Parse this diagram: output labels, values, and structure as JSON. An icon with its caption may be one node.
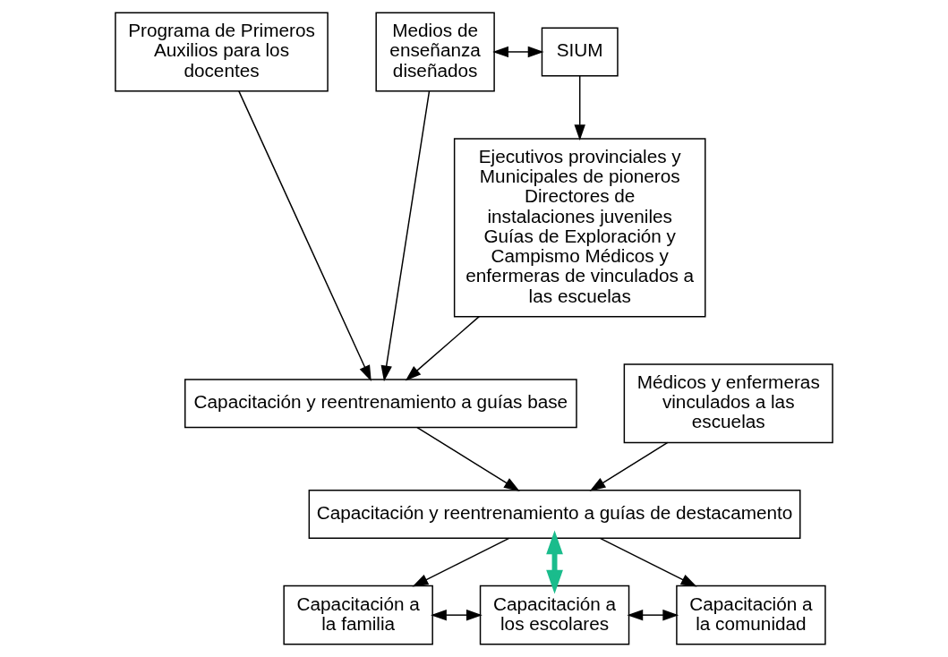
{
  "diagram": {
    "nodes": [
      {
        "text": [
          "Programa de Primeros Auxilios para los docentes"
        ]
      },
      {
        "text": [
          "Medios de enseñanza diseñados"
        ]
      },
      {
        "text": [
          "SIUM"
        ]
      },
      {
        "text": [
          "Ejecutivos provinciales y Municipales de pioneros Directores de instalaciones juveniles Guías de Exploración y Campismo Médicos y enfermeras de vinculados a las escuelas"
        ]
      },
      {
        "text": [
          "Capacitación y reentrenamiento a guías base"
        ]
      },
      {
        "text": [
          "Médicos y enfermeras vinculados a las escuelas"
        ]
      },
      {
        "text": [
          "Capacitación y reentrenamiento a guías de destacamento"
        ]
      },
      {
        "text": [
          "Capacitación a la familia"
        ]
      },
      {
        "text": [
          "Capacitación a los escolares"
        ]
      },
      {
        "text": [
          "Capacitación a la comunidad"
        ]
      }
    ],
    "edges": [
      {
        "from": 0,
        "to": 4,
        "arrow": "to"
      },
      {
        "from": 1,
        "to": 4,
        "arrow": "to"
      },
      {
        "from": 1,
        "to": 2,
        "arrow": "both"
      },
      {
        "from": 2,
        "to": 3,
        "arrow": "to"
      },
      {
        "from": 3,
        "to": 4,
        "arrow": "to"
      },
      {
        "from": 4,
        "to": 6,
        "arrow": "to"
      },
      {
        "from": 5,
        "to": 6,
        "arrow": "to"
      },
      {
        "from": 6,
        "to": 7,
        "arrow": "to"
      },
      {
        "from": 6,
        "to": 8,
        "arrow": "both",
        "style": "thick",
        "color": "#1abc8c"
      },
      {
        "from": 6,
        "to": 9,
        "arrow": "to"
      },
      {
        "from": 7,
        "to": 8,
        "arrow": "both"
      },
      {
        "from": 8,
        "to": 9,
        "arrow": "both"
      }
    ]
  }
}
